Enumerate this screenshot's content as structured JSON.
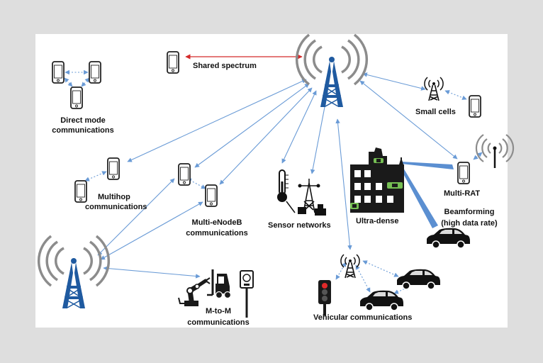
{
  "labels": {
    "shared_spectrum": "Shared spectrum",
    "direct_mode_1": "Direct mode",
    "direct_mode_2": "communications",
    "small_cells": "Small cells",
    "multihop_1": "Multihop",
    "multihop_2": "communications",
    "multi_enodeb_1": "Multi-eNodeB",
    "multi_enodeb_2": "communications",
    "sensor_networks": "Sensor networks",
    "ultra_dense": "Ultra-dense",
    "multi_rat": "Multi-RAT",
    "beamforming_1": "Beamforming",
    "beamforming_2": "(high data rate)",
    "m2m_1": "M-to-M",
    "m2m_2": "communications",
    "vehicular": "Vehicular communications"
  },
  "colors": {
    "background": "#dedede",
    "panel": "#ffffff",
    "tower_blue": "#1f5aa0",
    "wave_gray": "#8c8c8c",
    "link_blue": "#6a9bd6",
    "spectrum_red": "#d42a2a",
    "beam_blue": "#5b8fd1",
    "building": "#1a1a1a",
    "window_green": "#7fd05a"
  },
  "icons": [
    "cell-tower-icon",
    "phone-icon",
    "car-icon",
    "thermometer-icon",
    "building-icon",
    "traffic-light-icon",
    "robot-arm-icon",
    "forklift-icon",
    "meter-icon"
  ]
}
